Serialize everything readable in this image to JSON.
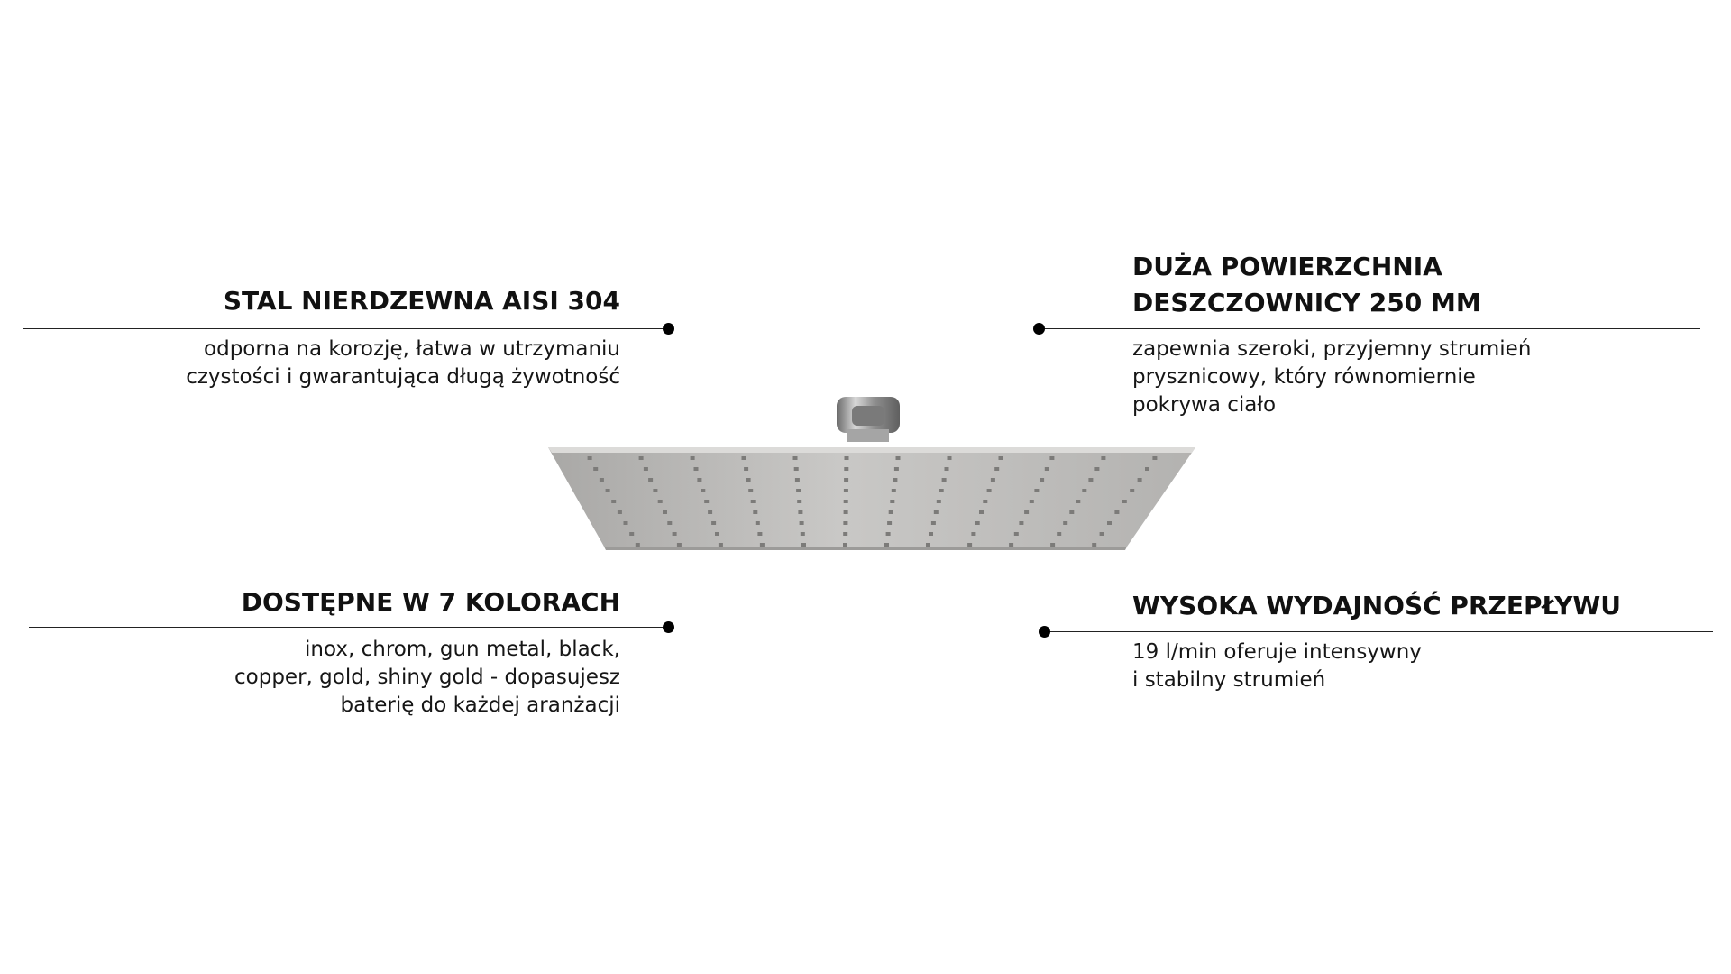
{
  "features": {
    "top_left": {
      "title": "STAL NIERDZEWNA AISI 304",
      "desc_lines": [
        "odporna na korozję, łatwa w utrzymaniu",
        "czystości i gwarantująca długą żywotność"
      ]
    },
    "bottom_left": {
      "title": "DOSTĘPNE W 7 KOLORACH",
      "desc_lines": [
        "inox, chrom, gun metal, black,",
        "copper, gold, shiny gold - dopasujesz",
        "baterię do każdej aranżacji"
      ]
    },
    "top_right": {
      "title_lines": [
        "DUŻA POWIERZCHNIA",
        "DESZCZOWNICY 250 MM"
      ],
      "desc_lines": [
        "zapewnia szeroki, przyjemny strumień",
        "prysznicowy, który równomiernie",
        "pokrywa ciało"
      ]
    },
    "bottom_right": {
      "title": "WYSOKA WYDAJNOŚĆ PRZEPŁYWU",
      "desc_lines": [
        "19 l/min oferuje intensywny",
        "i stabilny strumień"
      ]
    }
  },
  "product": {
    "icon": "rain-shower-head-icon",
    "finish_color": "#b9b8b6"
  },
  "colors": {
    "text": "#111111",
    "line": "#222222",
    "dot": "#000000",
    "background": "#ffffff"
  }
}
